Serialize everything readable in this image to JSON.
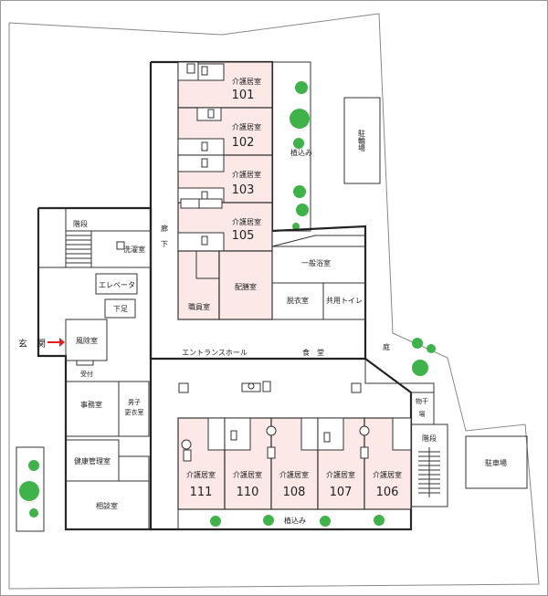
{
  "rooms": {
    "kaigo": "介護居室",
    "r101": "101",
    "r102": "102",
    "r103": "103",
    "r105": "105",
    "r111": "111",
    "r110": "110",
    "r108": "108",
    "r107": "107",
    "r106": "106"
  },
  "labels": {
    "kaidan1": "階段",
    "kaidan2": "階段",
    "sentaku": "洗濯室",
    "elevator": "エレベータ",
    "shitaashi": "下足",
    "fujoshitsu": "風除室",
    "uketsuke": "受付",
    "jimu": "事務室",
    "danshi": "男子",
    "koui": "更衣室",
    "kenko": "健康管理室",
    "sodan": "相談室",
    "rouka1": "廊",
    "rouka2": "下",
    "shokuin": "職員室",
    "haizen": "配膳室",
    "ippan": "一般浴室",
    "datsui": "脱衣室",
    "kyoyo": "共用トイレ",
    "entrance_hall": "エントランスホール",
    "shokudo": "食　堂",
    "niwa": "庭",
    "monohoshi1": "物干",
    "monohoshi2": "場",
    "uekomi_top": "植込み",
    "uekomi_bottom": "植込み",
    "chusha": "駐車場",
    "churin": "駐輪場",
    "genkan": "玄　関"
  },
  "colors": {
    "room_fill": "#fbe8e7",
    "tree": "#3fb24a",
    "arrow": "#e02020"
  }
}
